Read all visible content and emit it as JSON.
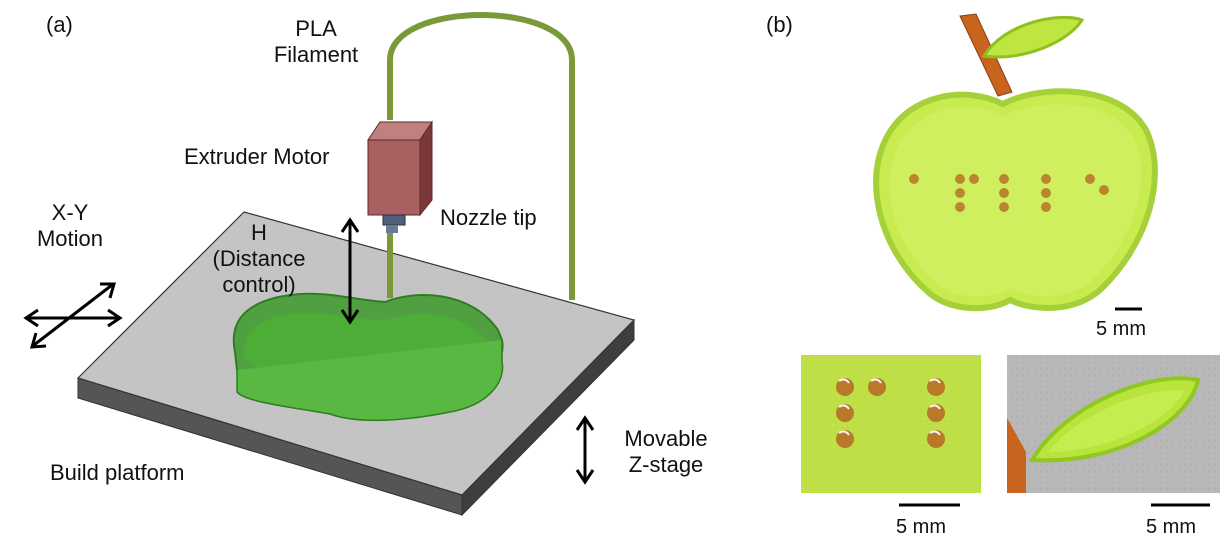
{
  "panel_a": {
    "label": "(a)",
    "filament_label": [
      "PLA",
      "Filament"
    ],
    "extruder_label": "Extruder Motor",
    "nozzle_label": "Nozzle tip",
    "distance_label": [
      "H",
      "(Distance",
      "control)"
    ],
    "xy_label": [
      "X-Y",
      "Motion"
    ],
    "platform_label": "Build platform",
    "zstage_label": [
      "Movable",
      "Z-stage"
    ]
  },
  "panel_b": {
    "label": "(b)",
    "scale_apple": "5 mm",
    "scale_braille": "5 mm",
    "scale_leaf": "5 mm"
  },
  "colors": {
    "filament": "#7a9a3a",
    "motor": "#a86060",
    "platform_top": "#c4c4c4",
    "platform_side": "#555555",
    "print_green": "#3c9a2c",
    "apple_green": "#c8ec50",
    "stem": "#c8641e",
    "dot": "#b87a2a"
  }
}
